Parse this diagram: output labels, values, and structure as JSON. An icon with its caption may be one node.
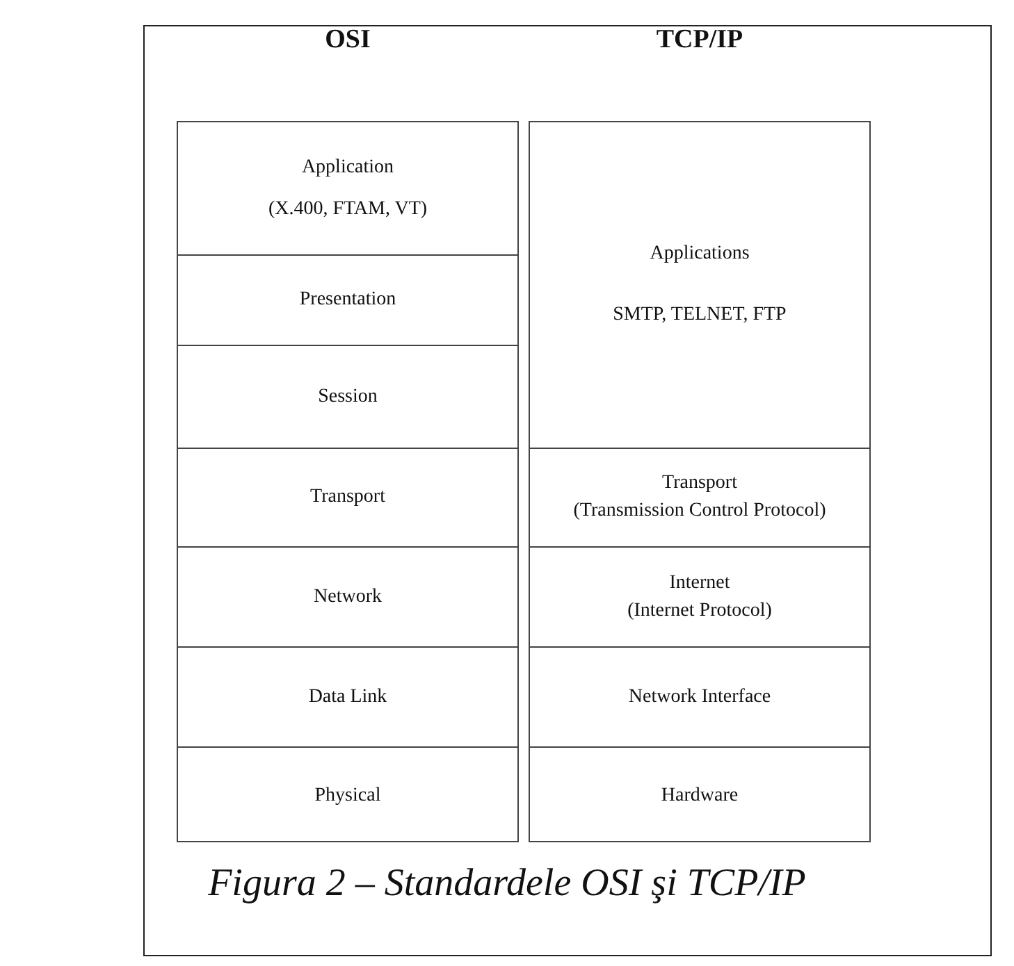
{
  "diagram": {
    "caption": "Figura 2 – Standardele OSI şi TCP/IP",
    "nodes": [
      {
        "text": [
          "OSI"
        ]
      },
      {
        "text": [
          "Application",
          "(X.400, FTAM, VT)"
        ],
        "in": 0
      },
      {
        "text": [
          "Presentation"
        ],
        "in": 0
      },
      {
        "text": [
          "Session"
        ],
        "in": 0
      },
      {
        "text": [
          "Transport"
        ],
        "in": 0
      },
      {
        "text": [
          "Network"
        ],
        "in": 0
      },
      {
        "text": [
          "Data Link"
        ],
        "in": 0
      },
      {
        "text": [
          "Physical"
        ],
        "in": 0
      },
      {
        "text": [
          "TCP/IP"
        ]
      },
      {
        "text": [
          "Applications",
          "SMTP, TELNET, FTP"
        ],
        "in": 8
      },
      {
        "text": [
          "Transport",
          "(Transmission Control Protocol)"
        ],
        "in": 8
      },
      {
        "text": [
          "Internet",
          "(Internet Protocol)"
        ],
        "in": 8
      },
      {
        "text": [
          "Network Interface"
        ],
        "in": 8
      },
      {
        "text": [
          "Hardware"
        ],
        "in": 8
      }
    ],
    "edges": []
  }
}
